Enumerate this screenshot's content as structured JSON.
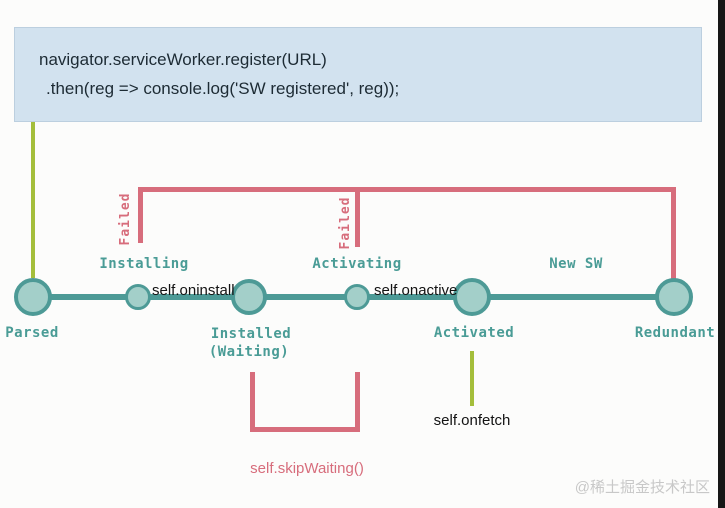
{
  "colors": {
    "teal_line": "#4d9a96",
    "teal_fill": "#a3cfc9",
    "teal_label": "#4a9c96",
    "olive_green": "#a4be3b",
    "pink_red": "#d76d7c",
    "code_background": "#d2e2ef",
    "right_bar": "#161616"
  },
  "code_block": {
    "line1": "navigator.serviceWorker.register(URL)",
    "line2": ".then(reg => console.log('SW registered', reg));"
  },
  "states": {
    "parsed": "Parsed",
    "installing": "Installing",
    "installed": "Installed",
    "installed_sub": "(Waiting)",
    "activating": "Activating",
    "activated": "Activated",
    "redundant": "Redundant"
  },
  "events": {
    "oninstall": "self.oninstall",
    "onactive": "self.onactive",
    "onfetch": "self.onfetch",
    "skip_waiting": "self.skipWaiting()"
  },
  "edges": {
    "failed_installing": "Failed",
    "failed_activating": "Failed",
    "new_sw": "New SW"
  },
  "watermark": "@稀土掘金技术社区"
}
